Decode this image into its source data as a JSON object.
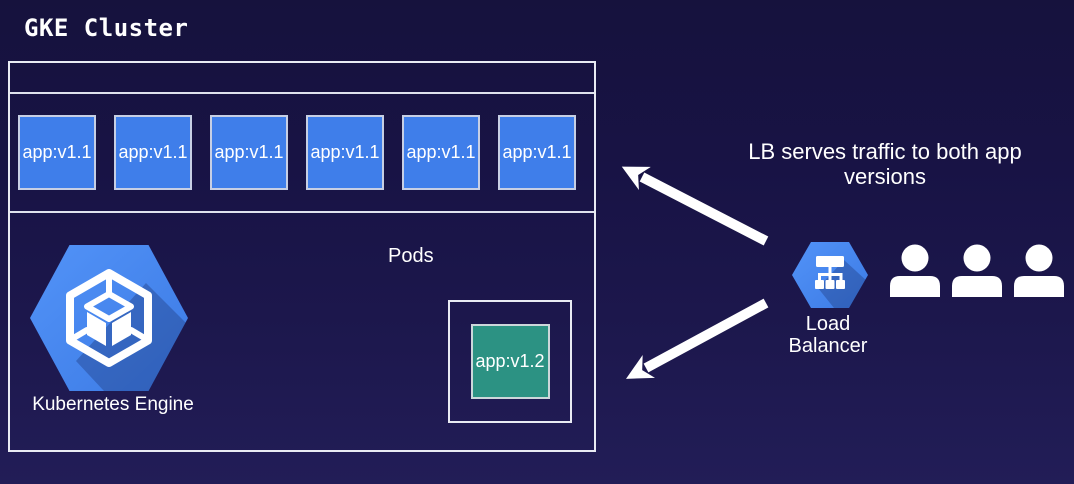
{
  "title": "GKE Cluster",
  "cluster": {
    "pods": [
      "app:v1.1",
      "app:v1.1",
      "app:v1.1",
      "app:v1.1",
      "app:v1.1",
      "app:v1.1"
    ],
    "pods_label": "Pods",
    "engine_label": "Kubernetes Engine",
    "pod_v2": "app:v1.2"
  },
  "annotation": {
    "line1": "LB serves traffic to both app",
    "line2": "versions"
  },
  "load_balancer": {
    "label": "Load Balancer"
  },
  "users": {
    "count": 3
  },
  "icons": {
    "kubernetes_engine": "kubernetes-engine-icon",
    "load_balancer": "load-balancer-icon",
    "user": "user-icon",
    "arrows": "traffic-arrow-icon"
  },
  "colors": {
    "background_top": "#16123d",
    "background_bottom": "#221d57",
    "box_border": "#e9ebf3",
    "pod_blue": "#3f7eea",
    "pod_teal": "#2c9283",
    "hexagon_blue": "#4285f4",
    "text": "#ffffff"
  }
}
